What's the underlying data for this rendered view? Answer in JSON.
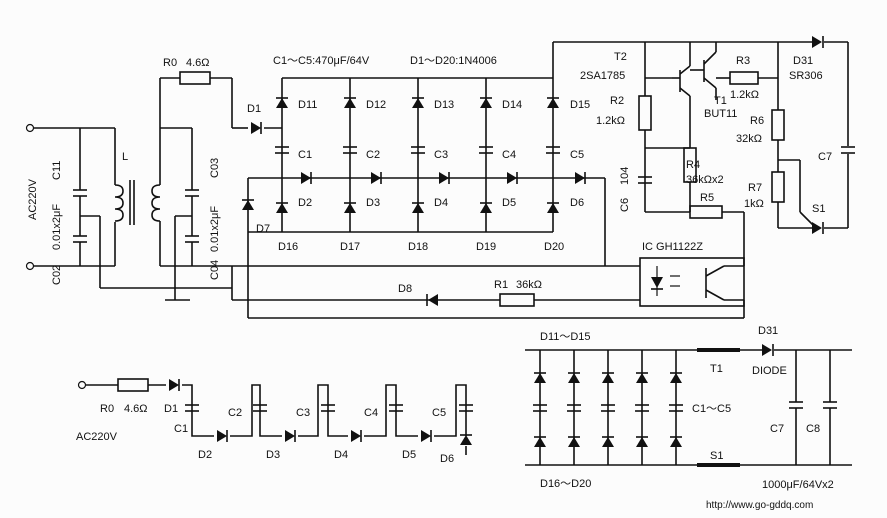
{
  "labels": {
    "R0": "R0",
    "R0v": "4.6Ω",
    "cspec": "C1～C5:470μF/64V",
    "dspec": "D1～D20:1N4006",
    "T2": "T2",
    "T2v": "2SA1785",
    "T1": "T1",
    "T1v": "BUT11",
    "R3": "R3",
    "R3v": "1.2kΩ",
    "D31": "D31",
    "D31v": "SR306",
    "R2": "R2",
    "R2v": "1.2kΩ",
    "R6": "R6",
    "R6v": "32kΩ",
    "C7": "C7",
    "R4": "R4",
    "R4v": "36kΩx2",
    "C6": "C6",
    "C6v": "104",
    "R5": "R5",
    "R7": "R7",
    "R7v": "1kΩ",
    "S1": "S1",
    "IC": "IC  GH1122Z",
    "D8": "D8",
    "R1": "R1",
    "R1v": "36kΩ",
    "C11": "C11",
    "C02": "C02",
    "cv": "0.01x2μF",
    "AC": "AC220V",
    "L": "L",
    "C03": "C03",
    "C04": "C04",
    "D1": "D1",
    "D2": "D2",
    "D3": "D3",
    "D4": "D4",
    "D5": "D5",
    "D6": "D6",
    "D7": "D7",
    "D11": "D11",
    "D12": "D12",
    "D13": "D13",
    "D14": "D14",
    "D15": "D15",
    "D16": "D16",
    "D17": "D17",
    "D18": "D18",
    "D19": "D19",
    "D20": "D20",
    "C1": "C1",
    "C2": "C2",
    "C3": "C3",
    "C4": "C4",
    "C5": "C5"
  },
  "lower_left": {
    "R0": "R0",
    "R0v": "4.6Ω",
    "AC": "AC220V",
    "D1": "D1",
    "C1": "C1",
    "C2": "C2",
    "C3": "C3",
    "C4": "C4",
    "C5": "C5",
    "D2": "D2",
    "D3": "D3",
    "D4": "D4",
    "D5": "D5",
    "D6": "D6"
  },
  "lower_right": {
    "dtop": "D11～D15",
    "dbot": "D16～D20",
    "T1": "T1",
    "S1": "S1",
    "D31": "D31",
    "diode": "DIODE",
    "caps": "C1～C5",
    "C7": "C7",
    "C8": "C8",
    "cspec": "1000μF/64Vx2"
  },
  "url": "http://www.go-gddq.com"
}
